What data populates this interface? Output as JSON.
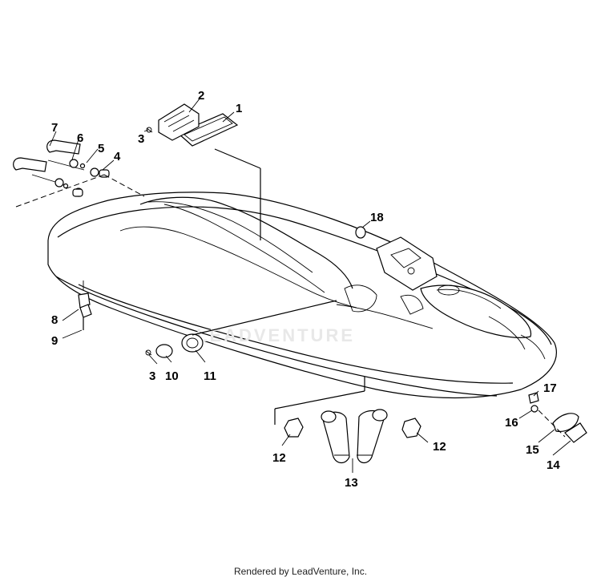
{
  "diagram": {
    "callouts": {
      "c1": "1",
      "c2": "2",
      "c3a": "3",
      "c3b": "3",
      "c4": "4",
      "c5": "5",
      "c6": "6",
      "c7": "7",
      "c8": "8",
      "c9": "9",
      "c10": "10",
      "c11": "11",
      "c12a": "12",
      "c12b": "12",
      "c13": "13",
      "c14": "14",
      "c15": "15",
      "c16": "16",
      "c17": "17",
      "c18": "18"
    },
    "watermark": "LEADVENTURE"
  },
  "footer": {
    "credit": "Rendered by LeadVenture, Inc."
  }
}
